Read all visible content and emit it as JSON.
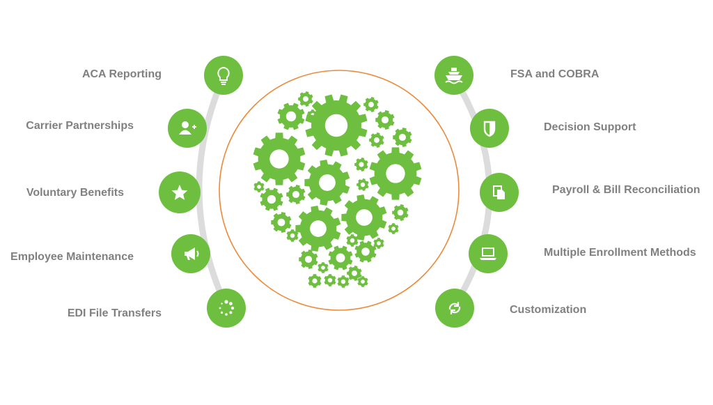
{
  "colors": {
    "accent": "#6ebf3f",
    "arc": "#dcdcdc",
    "center_ring": "#ec8a3c",
    "label_text": "#808080"
  },
  "left_items": [
    {
      "label": "ACA Reporting",
      "icon": "lightbulb-icon"
    },
    {
      "label": "Carrier Partnerships",
      "icon": "add-user-icon"
    },
    {
      "label": "Voluntary Benefits",
      "icon": "star-icon"
    },
    {
      "label": "Employee Maintenance",
      "icon": "megaphone-icon"
    },
    {
      "label": "EDI File Transfers",
      "icon": "loading-dots-icon"
    }
  ],
  "right_items": [
    {
      "label": "FSA and COBRA",
      "icon": "ship-icon"
    },
    {
      "label": "Decision Support",
      "icon": "shield-icon"
    },
    {
      "label": "Payroll & Bill Reconciliation",
      "icon": "documents-icon"
    },
    {
      "label": "Multiple Enrollment Methods",
      "icon": "laptop-icon"
    },
    {
      "label": "Customization",
      "icon": "refresh-icon"
    }
  ],
  "center": {
    "icon": "gears-head-icon"
  }
}
